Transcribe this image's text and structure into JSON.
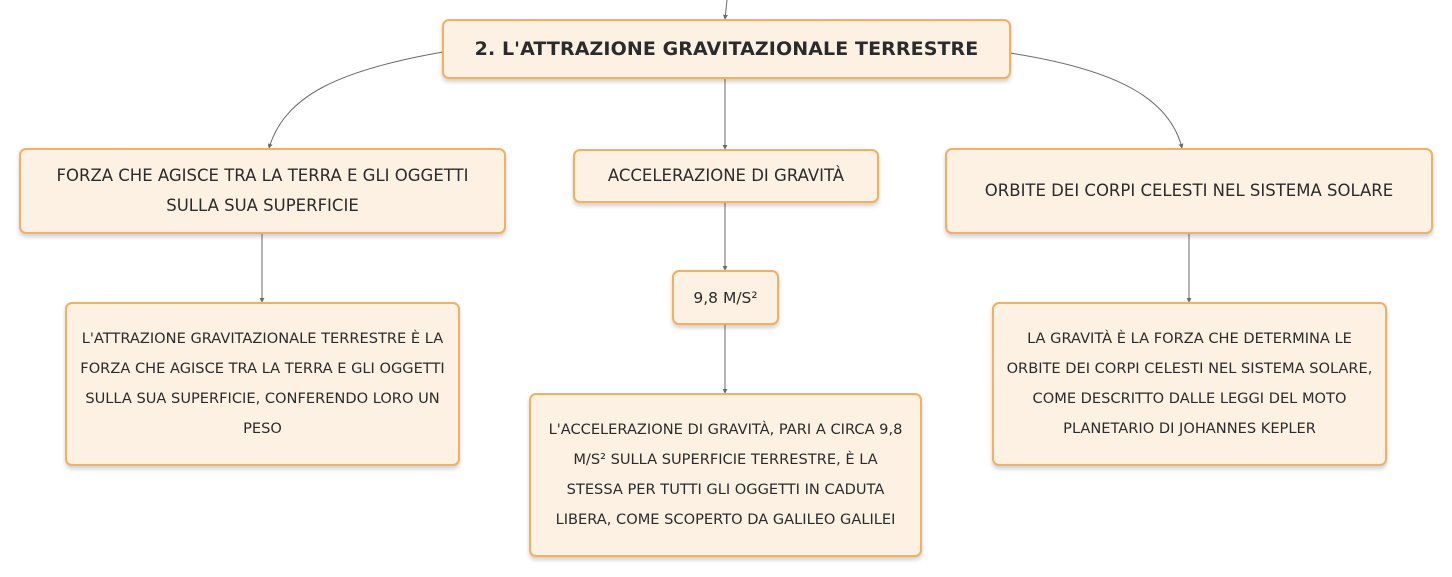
{
  "root": {
    "title": "2. L'ATTRAZIONE GRAVITAZIONALE TERRESTRE"
  },
  "branches": [
    {
      "label": "FORZA CHE AGISCE TRA LA TERRA E GLI OGGETTI SULLA SUA SUPERFICIE",
      "detail": "L'ATTRAZIONE GRAVITAZIONALE TERRESTRE È LA FORZA CHE AGISCE TRA LA TERRA E GLI OGGETTI SULLA SUA SUPERFICIE, CONFERENDO LORO UN PESO"
    },
    {
      "label": "ACCELERAZIONE DI GRAVITÀ",
      "value": "9,8 M/S²",
      "detail": "L'ACCELERAZIONE DI GRAVITÀ, PARI A CIRCA 9,8 M/S² SULLA SUPERFICIE TERRESTRE, È LA STESSA PER TUTTI GLI OGGETTI IN CADUTA LIBERA, COME SCOPERTO DA GALILEO GALILEI"
    },
    {
      "label": "ORBITE DEI CORPI CELESTI NEL SISTEMA SOLARE",
      "detail": "LA GRAVITÀ È LA FORZA CHE DETERMINA LE ORBITE DEI CORPI CELESTI NEL SISTEMA SOLARE, COME DESCRITTO DALLE LEGGI DEL MOTO PLANETARIO DI JOHANNES KEPLER"
    }
  ],
  "colors": {
    "node_fill": "#fdf1e3",
    "node_border": "#f2b060",
    "connector": "#6b6b6b"
  }
}
